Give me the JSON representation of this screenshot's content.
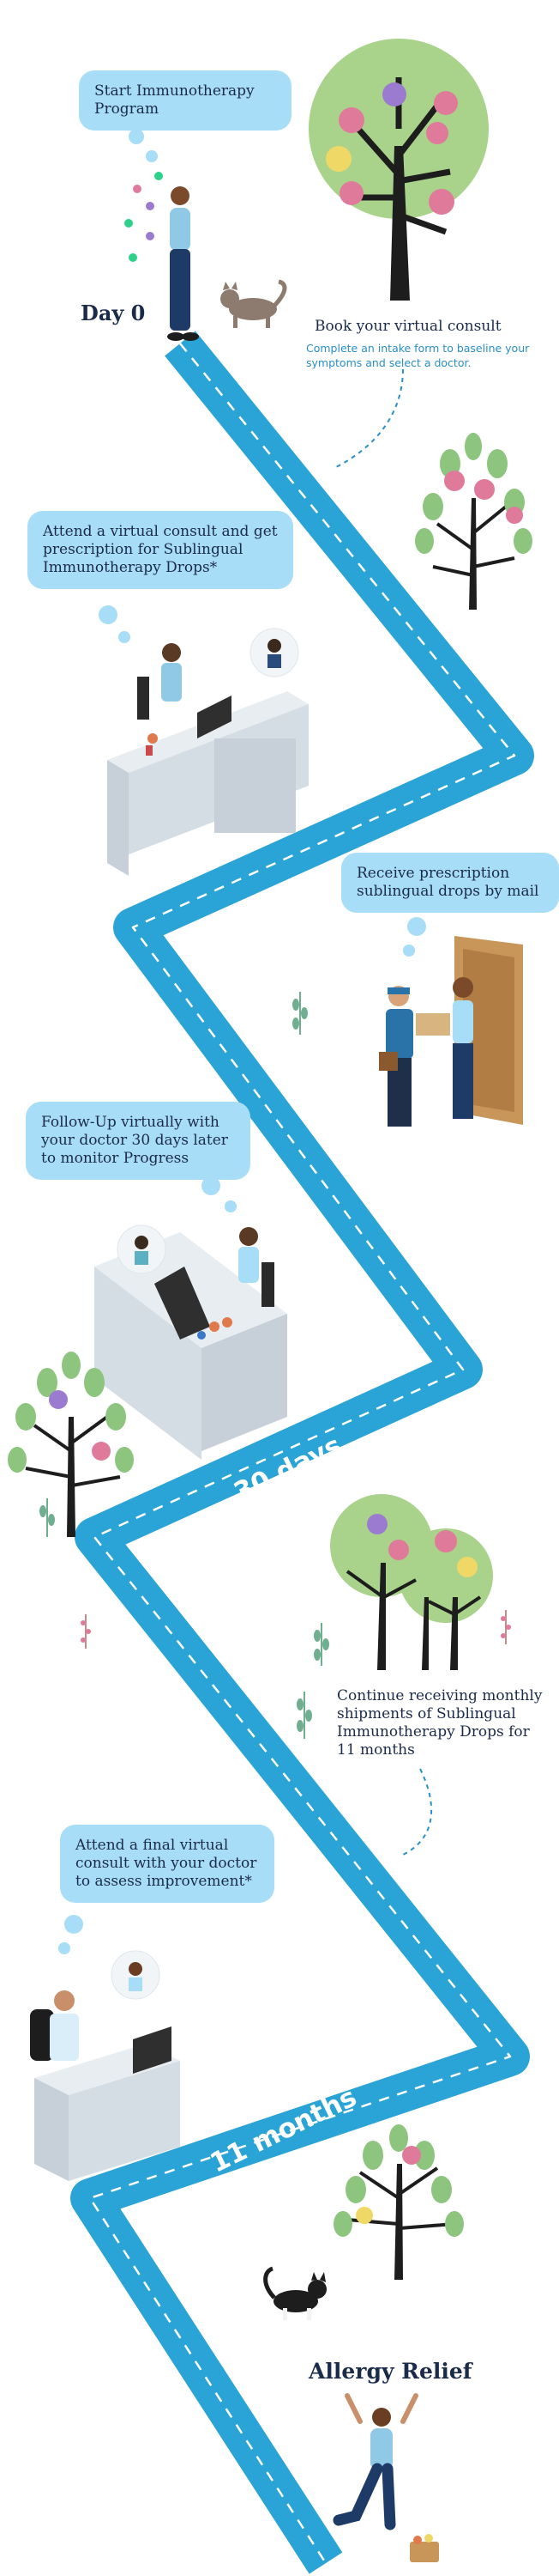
{
  "steps": {
    "start": "Start Immunotherapy Program",
    "day0": "Day 0",
    "book_title": "Book your virtual consult",
    "book_desc": "Complete an intake form to baseline your symptoms and select a doctor.",
    "attend_consult": "Attend a virtual consult and get prescription for Sublingual Immunotherapy Drops*",
    "receive": "Receive prescription sublingual drops by mail",
    "followup": "Follow-Up virtually with your doctor 30 days later to monitor Progress",
    "milestone_30": "30 days",
    "continue": "Continue receiving monthly shipments of  Sublingual Immunotherapy Drops for 11 months",
    "final": "Attend a final virtual consult with your doctor to assess improvement*",
    "milestone_11": "11 months",
    "relief": "Allergy Relief"
  },
  "colors": {
    "road": "#2aa3d6",
    "bubble": "#a7ddf7",
    "text": "#1b2b4a",
    "accent_text": "#2a8fc7"
  }
}
